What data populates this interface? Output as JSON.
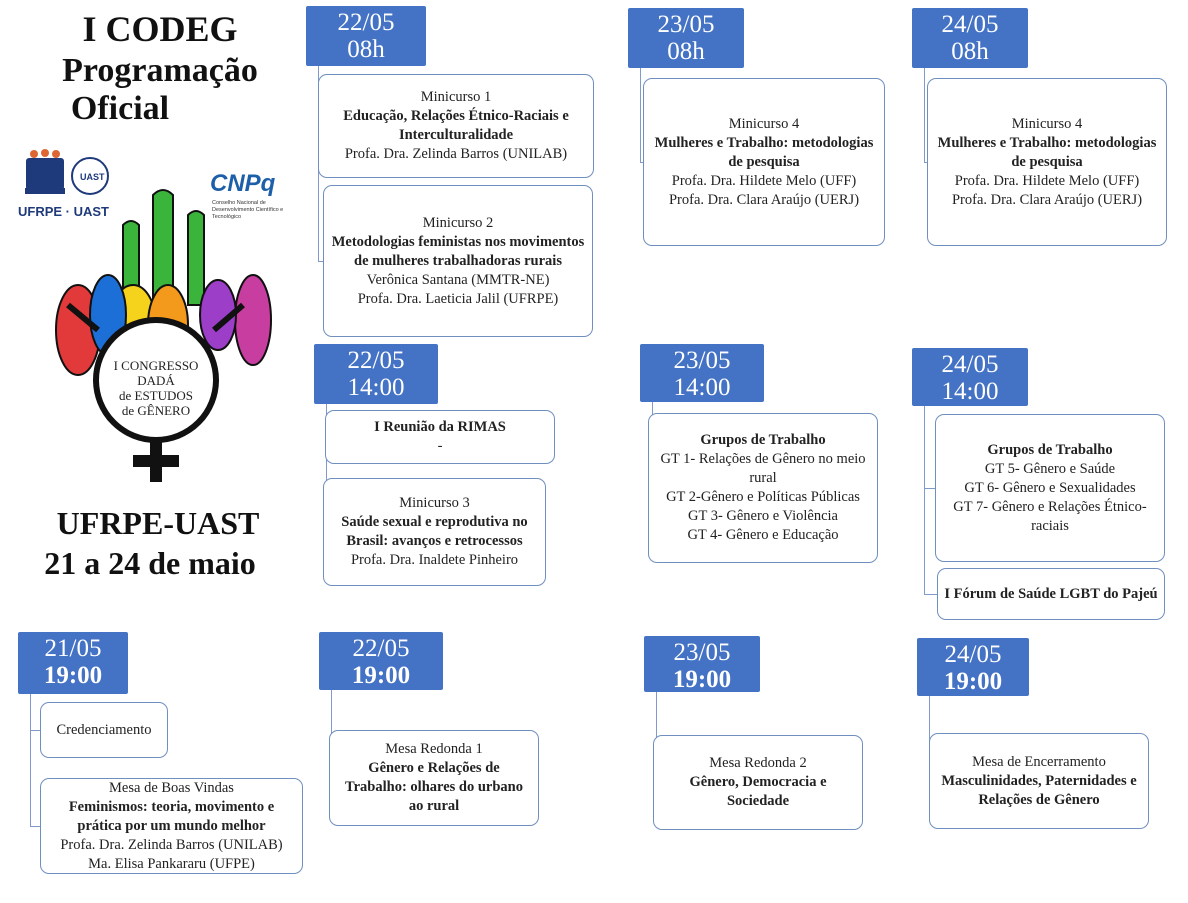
{
  "header": {
    "line1": "I CODEG",
    "line2": "Programação",
    "line3": "Oficial"
  },
  "logos": {
    "ufrpe": "UFRPE · UAST",
    "uast": "UAST",
    "cnpq": "CNPq",
    "cnpq_sub": "Conselho Nacional de Desenvolvimento Científico e Tecnológico"
  },
  "emblem": {
    "l1": "I CONGRESSO",
    "l2": "DADÁ",
    "l3": "de ESTUDOS",
    "l4": "de GÊNERO"
  },
  "footer": {
    "place": "UFRPE-UAST",
    "dates": "21 a 24  de maio"
  },
  "colors": {
    "tab": "#4472c4",
    "border": "#6f8fbf"
  },
  "blocks": [
    {
      "date": "22/05",
      "time": "08h",
      "cards": [
        [
          {
            "t": "Minicurso 1"
          },
          {
            "t": "Educação, Relações Étnico-Raciais e Interculturalidade",
            "b": 1
          },
          {
            "t": "Profa. Dra. Zelinda Barros (UNILAB)"
          }
        ],
        [
          {
            "t": "Minicurso 2"
          },
          {
            "t": "Metodologias feministas nos movimentos de mulheres trabalhadoras rurais",
            "b": 1
          },
          {
            "t": "Verônica Santana (MMTR-NE)"
          },
          {
            "t": "Profa. Dra. Laeticia Jalil (UFRPE)"
          }
        ]
      ]
    },
    {
      "date": "23/05",
      "time": "08h",
      "cards": [
        [
          {
            "t": "Minicurso 4"
          },
          {
            "t": "Mulheres e Trabalho: metodologias de pesquisa",
            "b": 1
          },
          {
            "t": "Profa. Dra.  Hildete Melo (UFF)"
          },
          {
            "t": "Profa. Dra. Clara Araújo (UERJ)"
          }
        ]
      ]
    },
    {
      "date": "24/05",
      "time": "08h",
      "cards": [
        [
          {
            "t": "Minicurso 4"
          },
          {
            "t": "Mulheres e Trabalho: metodologias de pesquisa",
            "b": 1
          },
          {
            "t": "Profa. Dra.  Hildete Melo (UFF)"
          },
          {
            "t": "Profa. Dra. Clara Araújo (UERJ)"
          }
        ]
      ]
    },
    {
      "date": "22/05",
      "time": "14:00",
      "cards": [
        [
          {
            "t": "I Reunião da RIMAS",
            "b": 1
          },
          {
            "t": "-"
          }
        ],
        [
          {
            "t": "Minicurso 3"
          },
          {
            "t": "Saúde sexual e reprodutiva no Brasil: avanços e retrocessos",
            "b": 1
          },
          {
            "t": "Profa. Dra. Inaldete  Pinheiro"
          }
        ]
      ]
    },
    {
      "date": "23/05",
      "time": "14:00",
      "cards": [
        [
          {
            "t": "Grupos de Trabalho",
            "b": 1
          },
          {
            "t": "GT 1- Relações de Gênero no meio rural"
          },
          {
            "t": "GT 2-Gênero e Políticas Públicas"
          },
          {
            "t": "GT 3- Gênero e Violência"
          },
          {
            "t": "GT 4- Gênero e Educação"
          }
        ]
      ]
    },
    {
      "date": "24/05",
      "time": "14:00",
      "cards": [
        [
          {
            "t": "Grupos de Trabalho",
            "b": 1
          },
          {
            "t": " "
          },
          {
            "t": "GT 5- Gênero e Saúde"
          },
          {
            "t": "GT 6- Gênero e Sexualidades"
          },
          {
            "t": "GT 7- Gênero e Relações Étnico-raciais"
          }
        ],
        [
          {
            "t": "I Fórum de Saúde LGBT do Pajeú",
            "b": 1
          }
        ]
      ]
    },
    {
      "date": "21/05",
      "time": "19:00",
      "bold": 1,
      "cards": [
        [
          {
            "t": "Credenciamento"
          }
        ],
        [
          {
            "t": "Mesa de Boas Vindas"
          },
          {
            "t": "Feminismos: teoria, movimento e prática por um mundo melhor",
            "b": 1
          },
          {
            "t": "Profa. Dra. Zelinda Barros (UNILAB)"
          },
          {
            "t": "Ma. Elisa Pankararu (UFPE)"
          }
        ]
      ]
    },
    {
      "date": "22/05",
      "time": "19:00",
      "bold": 1,
      "cards": [
        [
          {
            "t": "Mesa Redonda 1"
          },
          {
            "t": "Gênero e Relações de Trabalho: olhares do urbano  ao rural",
            "b": 1
          }
        ]
      ]
    },
    {
      "date": "23/05",
      "time": "19:00",
      "bold": 1,
      "cards": [
        [
          {
            "t": "Mesa Redonda 2"
          },
          {
            "t": "Gênero, Democracia e Sociedade",
            "b": 1
          }
        ]
      ]
    },
    {
      "date": "24/05",
      "time": "19:00",
      "bold": 1,
      "cards": [
        [
          {
            "t": "Mesa de Encerramento"
          },
          {
            "t": "Masculinidades, Paternidades e Relações de Gênero",
            "b": 1
          }
        ]
      ]
    }
  ]
}
